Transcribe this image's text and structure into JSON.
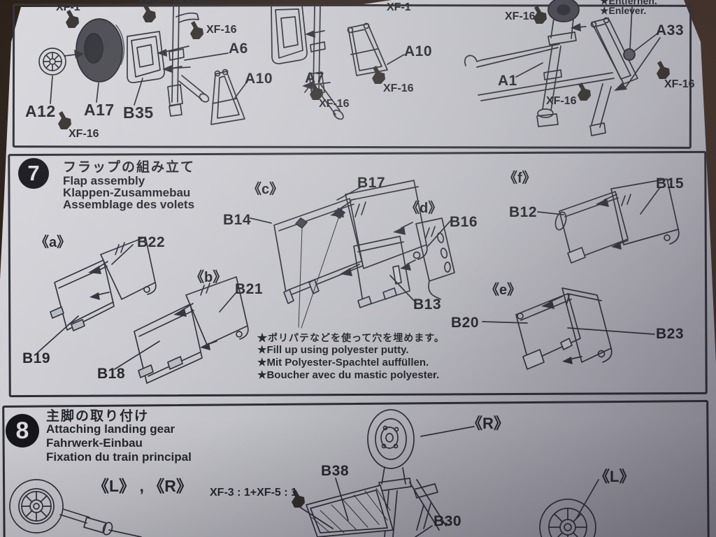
{
  "paints": {
    "xf1": "XF-1",
    "xf16": "XF-16",
    "mix": "XF-3 : 1+XF-5 : 1"
  },
  "top_panel": {
    "parts": {
      "a1": "A1",
      "a6": "A6",
      "a7": "A7",
      "a10": "A10",
      "a12": "A12",
      "a17": "A17",
      "a33": "A33",
      "b35": "B35"
    },
    "notes": {
      "remove_de": "★Entfernen.",
      "remove_fr": "★Enlever."
    }
  },
  "step7": {
    "number": "7",
    "title_ja": "フラップの組み立て",
    "title_en": "Flap assembly",
    "title_de": "Klappen-Zusammebau",
    "title_fr": "Assemblage des volets",
    "subassemblies": {
      "a": "《a》",
      "b": "《b》",
      "c": "《c》",
      "d": "《d》",
      "e": "《e》",
      "f": "《f》"
    },
    "parts": {
      "b12": "B12",
      "b13": "B13",
      "b14": "B14",
      "b15": "B15",
      "b16": "B16",
      "b17": "B17",
      "b18": "B18",
      "b19": "B19",
      "b20": "B20",
      "b21": "B21",
      "b22": "B22",
      "b23": "B23"
    },
    "putty_notes": [
      "★ポリパテなどを使って穴を埋めます。",
      "★Fill up using polyester putty.",
      "★Mit Polyester-Spachtel auffüllen.",
      "★Boucher avec du mastic polyester."
    ]
  },
  "step8": {
    "number": "8",
    "title_ja": "主脚の取り付け",
    "title_en": "Attaching landing gear",
    "title_de": "Fahrwerk-Einbau",
    "title_fr": "Fixation du train principal",
    "variant_lr": "《L》 , 《R》",
    "variant_r": "《R》",
    "variant_l": "《L》",
    "parts": {
      "b30": "B30",
      "b38": "B38"
    }
  }
}
